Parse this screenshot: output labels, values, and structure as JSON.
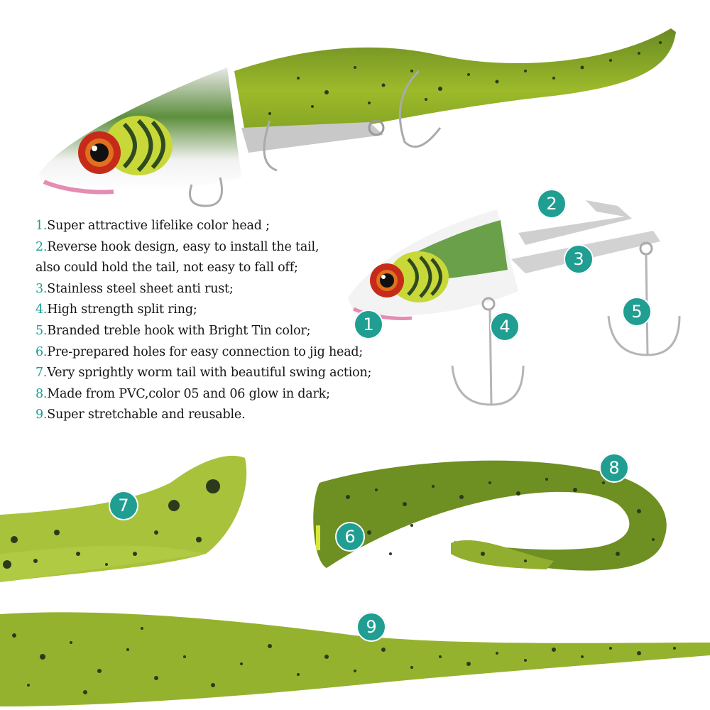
{
  "colors": {
    "accent_teal": "#1f9e91",
    "lure_green": "#9cba2a",
    "lure_dark_green": "#4e6a1c",
    "text": "#151515",
    "background": "#ffffff"
  },
  "features": [
    {
      "num": "1.",
      "text": "Super attractive lifelike color head ;"
    },
    {
      "num": "2.",
      "text": "Reverse hook design, easy to install the tail,"
    },
    {
      "num": "",
      "text": "also could hold the tail, not easy to fall off;"
    },
    {
      "num": "3.",
      "text": "Stainless steel sheet anti rust;"
    },
    {
      "num": "4.",
      "text": "High strength split ring;"
    },
    {
      "num": "5.",
      "text": "Branded treble hook with Bright Tin color;"
    },
    {
      "num": "6.",
      "text": "Pre-prepared holes for easy connection to jig head;"
    },
    {
      "num": "7.",
      "text": "Very sprightly worm tail with beautiful swing action;"
    },
    {
      "num": "8.",
      "text": "Made from PVC,color 05 and 06 glow in dark;"
    },
    {
      "num": "9.",
      "text": "Super stretchable and reusable."
    }
  ],
  "badges": [
    {
      "label": "1",
      "part": "color head"
    },
    {
      "label": "2",
      "part": "reverse hook"
    },
    {
      "label": "3",
      "part": "stainless steel sheet"
    },
    {
      "label": "4",
      "part": "split ring"
    },
    {
      "label": "5",
      "part": "treble hook"
    },
    {
      "label": "6",
      "part": "connection holes"
    },
    {
      "label": "7",
      "part": "worm tail"
    },
    {
      "label": "8",
      "part": "PVC body"
    },
    {
      "label": "9",
      "part": "stretchable tail"
    }
  ],
  "images": {
    "hero": "assembled swimbait lure with green speckled tail",
    "jig_head": "jig head with steel sheet and treble hooks",
    "tail_closeup": "worm tail close-up",
    "curled_tail": "curled PVC tail",
    "stretched_tail": "stretched tail"
  }
}
